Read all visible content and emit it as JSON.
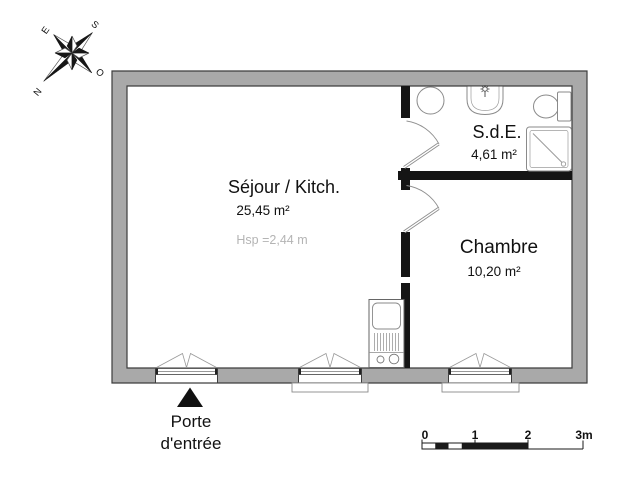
{
  "compass": {
    "letters": {
      "n": "N",
      "s": "S",
      "e": "E",
      "o": "O"
    }
  },
  "rooms": [
    {
      "name": "Séjour / Kitch.",
      "area": "25,45 m²",
      "note": "Hsp =2,44 m"
    },
    {
      "name": "S.d.E.",
      "area": "4,61 m²"
    },
    {
      "name": "Chambre",
      "area": "10,20 m²"
    }
  ],
  "entrance": {
    "label_line1": "Porte",
    "label_line2": "d'entrée"
  },
  "scale_bar": {
    "labels": [
      "0",
      "1",
      "2",
      "3m"
    ]
  },
  "colors": {
    "wall_fill": "#a9a9a9",
    "wall_stroke": "#3d3d3d",
    "interior_wall": "#151515",
    "note_text": "#b4b4b4",
    "arrow": "#111111"
  }
}
